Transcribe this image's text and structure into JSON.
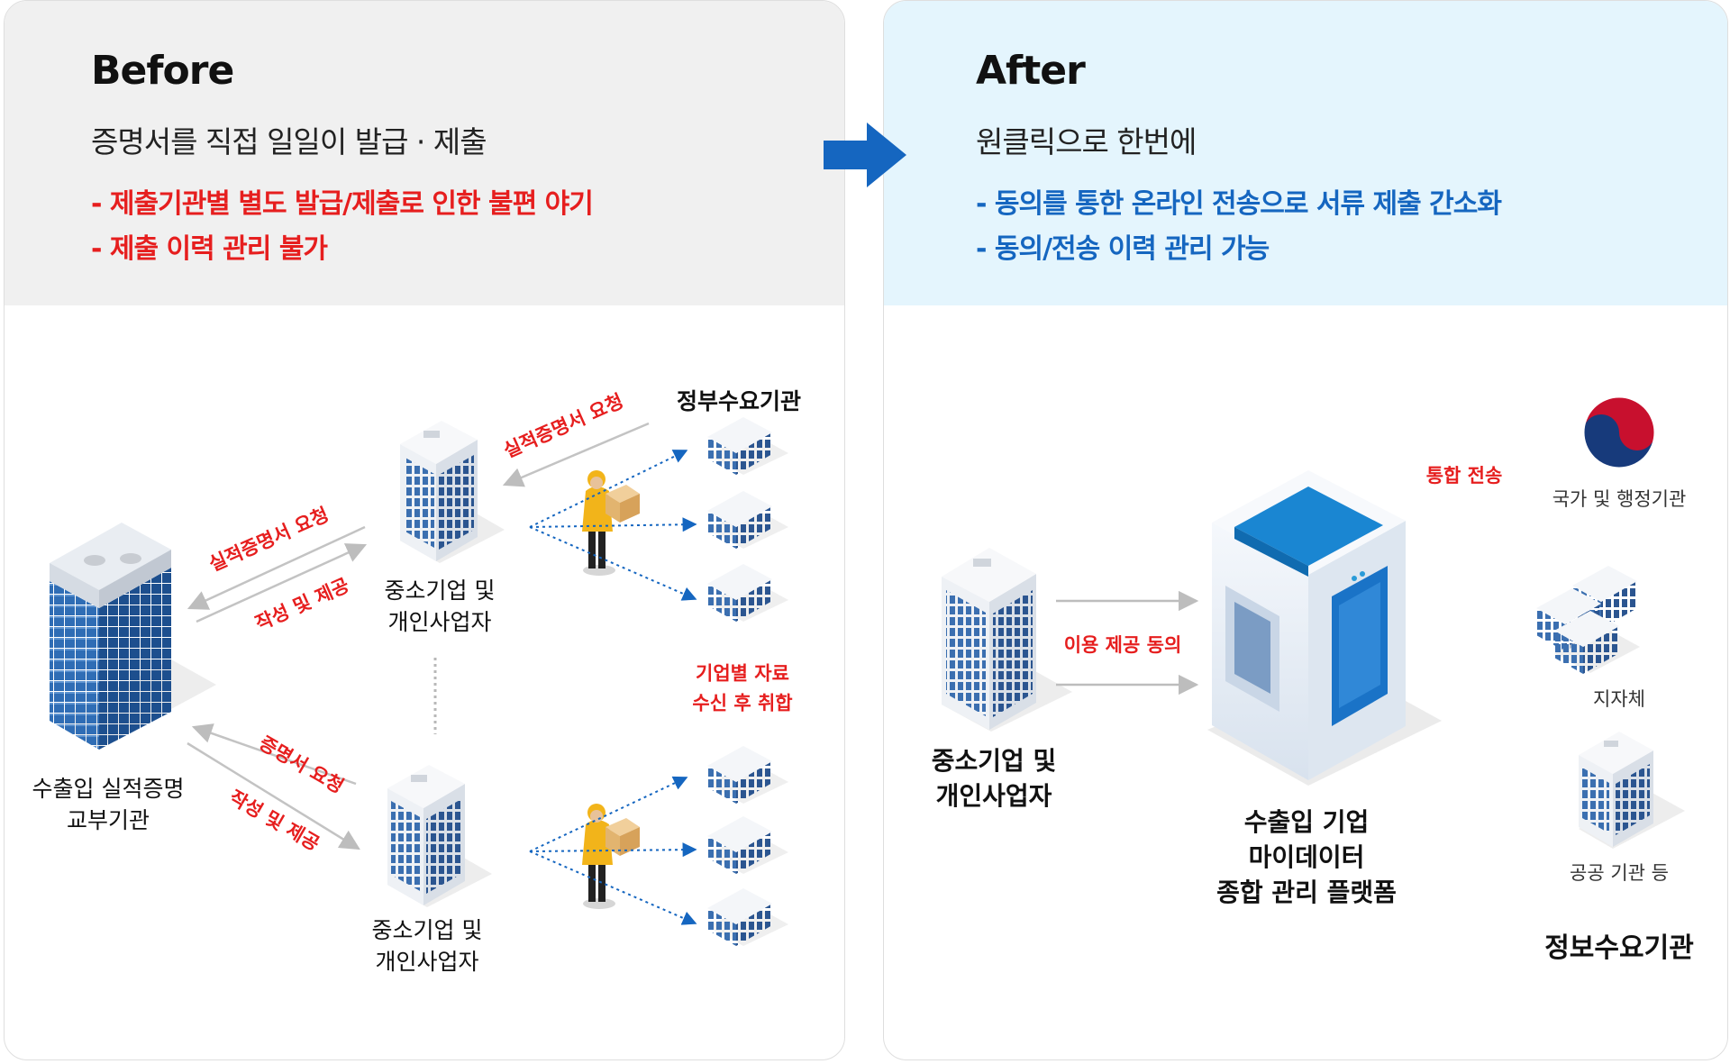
{
  "before": {
    "title": "Before",
    "subtitle": "증명서를 직접 일일이 발급 · 제출",
    "bullets": [
      "- 제출기관별 별도 발급/제출로 인한 불편 야기",
      "- 제출 이력 관리 불가"
    ],
    "labels": {
      "issuer_line1": "수출입 실적증명",
      "issuer_line2": "교부기관",
      "sme_line1": "중소기업 및",
      "sme_line2": "개인사업자",
      "gov_demand": "정부수요기관",
      "req_top": "실적증명서 요청",
      "req_left_top": "실적증명서 요청",
      "provide_left_top": "작성 및 제공",
      "req_left_bottom": "증명서 요청",
      "provide_left_bottom": "작성 및 제공",
      "collect_line1": "기업별 자료",
      "collect_line2": "수신 후 취합"
    }
  },
  "after": {
    "title": "After",
    "subtitle": "원클릭으로 한번에",
    "bullets": [
      "- 동의를 통한 온라인 전송으로 서류 제출 간소화",
      "- 동의/전송 이력 관리 가능"
    ],
    "labels": {
      "sme_line1": "중소기업 및",
      "sme_line2": "개인사업자",
      "consent": "이용 제공 동의",
      "platform_line1": "수출입 기업",
      "platform_line2": "마이데이터",
      "platform_line3": "종합 관리 플랫폼",
      "integrated_send": "통합 전송",
      "national": "국가 및 행정기관",
      "local": "지자체",
      "public": "공공 기관 등",
      "info_demand": "정보수요기관"
    }
  },
  "colors": {
    "before_accent": "#e61e1e",
    "after_accent": "#1566c0",
    "flow_arrow": "#1566c0",
    "before_header_bg": "#f0f0f0",
    "after_header_bg": "#e4f5fd"
  },
  "icons": [
    "flow-arrow-icon",
    "building-icon",
    "courier-icon",
    "box-icon",
    "server-icon",
    "taeguk-emblem-icon"
  ]
}
